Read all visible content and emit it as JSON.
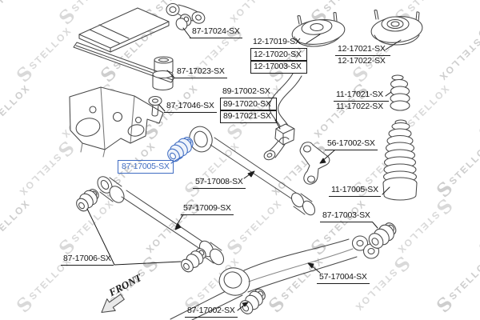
{
  "brand_watermark": "STELLOX",
  "front_label": "FRONT",
  "accent_color": "#3f6cc2",
  "highlighted_part": "87-17005-SX",
  "labels": {
    "p87_17024": "87-17024-SX",
    "p12_17019": "12-17019-SX",
    "p12_17020": "12-17020-SX",
    "p12_17003": "12-17003-SX",
    "p12_17021": "12-17021-SX",
    "p12_17022": "12-17022-SX",
    "p87_17023": "87-17023-SX",
    "p89_17002": "89-17002-SX",
    "p89_17020": "89-17020-SX",
    "p89_17021": "89-17021-SX",
    "p11_17021": "11-17021-SX",
    "p11_17022": "11-17022-SX",
    "p87_17046": "87-17046-SX",
    "p56_17002": "56-17002-SX",
    "p87_17005": "87-17005-SX",
    "p57_17008": "57-17008-SX",
    "p11_17005": "11-17005-SX",
    "p57_17009": "57-17009-SX",
    "p87_17003": "87-17003-SX",
    "p87_17006": "87-17006-SX",
    "p57_17004": "57-17004-SX",
    "p87_17002": "87-17002-SX"
  }
}
